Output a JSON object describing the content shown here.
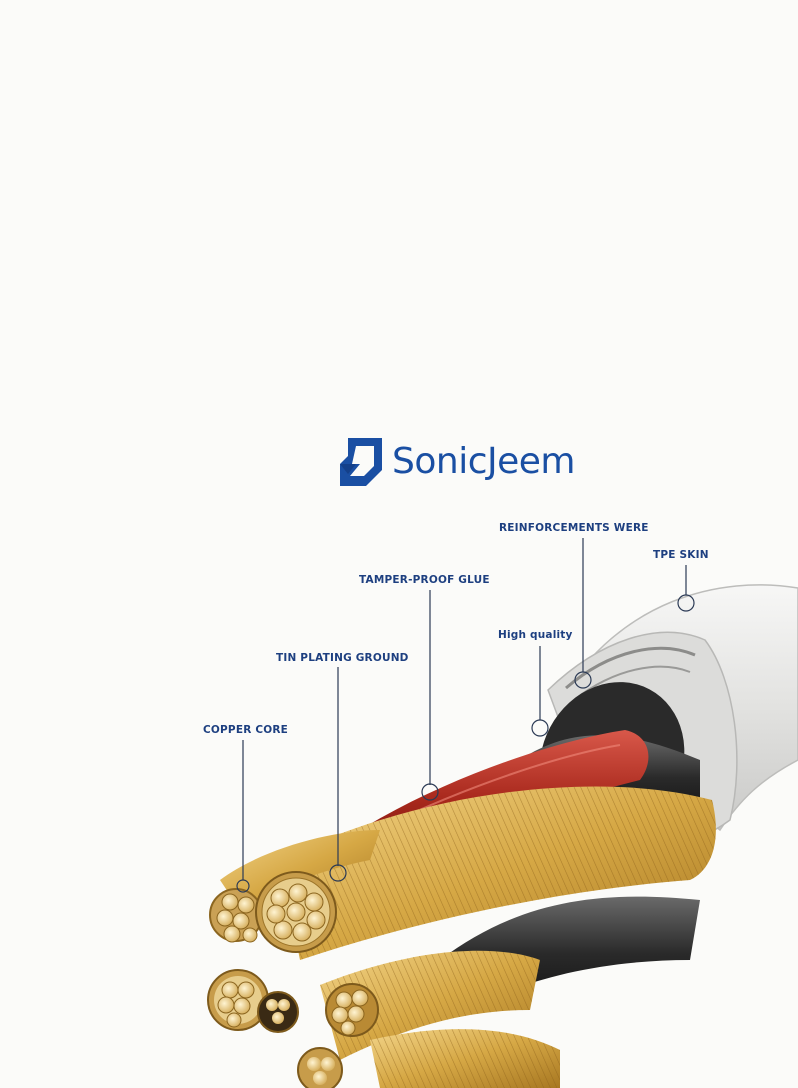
{
  "brand": {
    "name": "SonicJeem",
    "logo_icon": "sj-monogram-icon",
    "color": "#1a4fa3"
  },
  "callouts": {
    "copper_core": "COPPER CORE",
    "tin_plating_ground": "TIN PLATING GROUND",
    "tamper_proof_glue": "TAMPER-PROOF GLUE",
    "high_quality": "High quality",
    "reinforcements_were": "REINFORCEMENTS WERE",
    "tpe_skin": "TPE SKIN"
  },
  "colors": {
    "callout_text": "#1d3f80",
    "callout_line": "#2b3a55",
    "copper": "#d4a640",
    "red_insulation": "#a8281c",
    "outer_jacket": "#e3e3e1"
  }
}
